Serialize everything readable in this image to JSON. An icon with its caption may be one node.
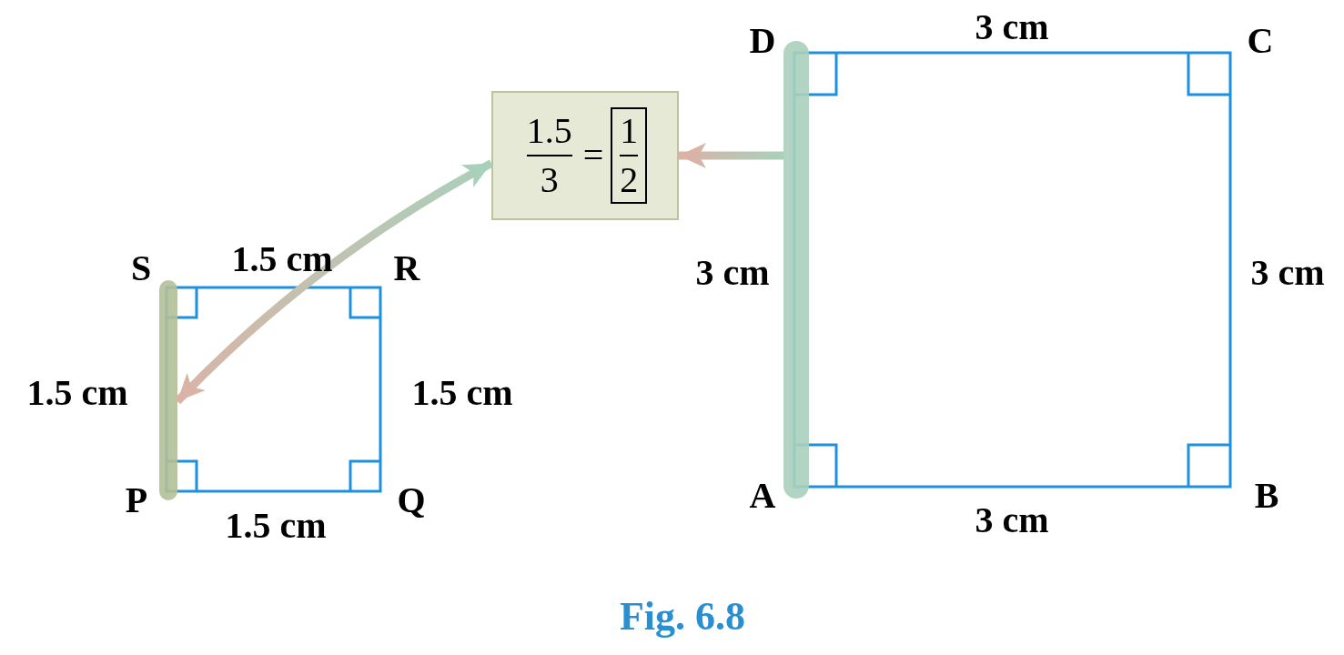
{
  "diagram": {
    "caption": "Fig. 6.8",
    "nodes": [
      {
        "text": [
          "1.5",
          "3",
          "=",
          "1",
          "2"
        ]
      },
      {
        "text": [],
        "shape": "bar"
      },
      {
        "text": [],
        "shape": "bar"
      }
    ],
    "edges": [
      {
        "from": 2,
        "to": 0,
        "arrow": "to"
      },
      {
        "from": 0,
        "to": 1,
        "arrow": "both"
      }
    ],
    "labels": [
      "D",
      "3 cm",
      "C",
      "S",
      "1.5 cm",
      "R",
      "3 cm",
      "3 cm",
      "1.5 cm",
      "1.5 cm",
      "P",
      "Q",
      "A",
      "B",
      "1.5 cm",
      "3 cm"
    ]
  }
}
